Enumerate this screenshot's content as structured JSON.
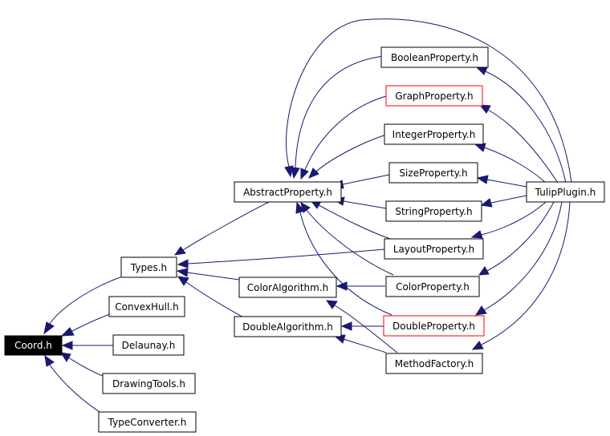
{
  "colors": {
    "edge": "#191970",
    "highlight_border": "#ff0000",
    "root_fill": "#000000",
    "root_text": "#ffffff"
  },
  "nodes": {
    "coord": "Coord.h",
    "types": "Types.h",
    "convexhull": "ConvexHull.h",
    "delaunay": "Delaunay.h",
    "drawingtools": "DrawingTools.h",
    "typeconverter": "TypeConverter.h",
    "abstractproperty": "AbstractProperty.h",
    "coloralgorithm": "ColorAlgorithm.h",
    "doublealgorithm": "DoubleAlgorithm.h",
    "booleanproperty": "BooleanProperty.h",
    "graphproperty": "GraphProperty.h",
    "integerproperty": "IntegerProperty.h",
    "sizeproperty": "SizeProperty.h",
    "stringproperty": "StringProperty.h",
    "layoutproperty": "LayoutProperty.h",
    "colorproperty": "ColorProperty.h",
    "doubleproperty": "DoubleProperty.h",
    "methodfactory": "MethodFactory.h",
    "tulipplugin": "TulipPlugin.h"
  }
}
